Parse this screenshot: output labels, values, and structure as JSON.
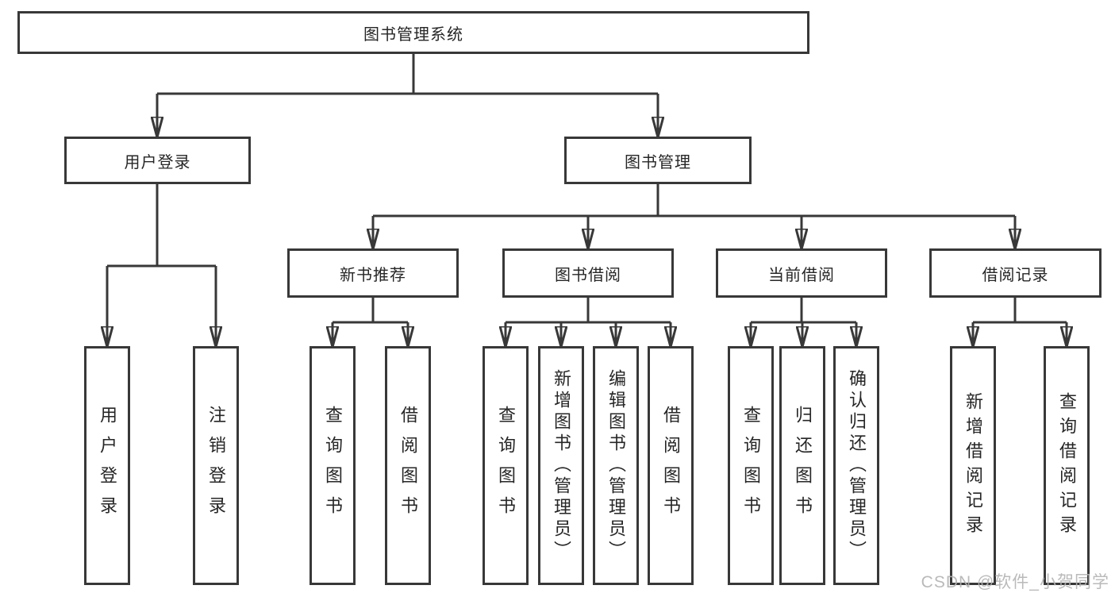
{
  "diagram": {
    "root": {
      "label": "图书管理系统"
    },
    "branches": [
      {
        "label": "用户登录",
        "children": [
          {
            "label": "用户登录"
          },
          {
            "label": "注销登录"
          }
        ]
      },
      {
        "label": "图书管理",
        "children": [
          {
            "label": "新书推荐",
            "children": [
              {
                "label": "查询图书"
              },
              {
                "label": "借阅图书"
              }
            ]
          },
          {
            "label": "图书借阅",
            "children": [
              {
                "label": "查询图书"
              },
              {
                "label": "新增图书（管理员）"
              },
              {
                "label": "编辑图书（管理员）"
              },
              {
                "label": "借阅图书"
              }
            ]
          },
          {
            "label": "当前借阅",
            "children": [
              {
                "label": "查询图书"
              },
              {
                "label": "归还图书"
              },
              {
                "label": "确认归还（管理员）"
              }
            ]
          },
          {
            "label": "借阅记录",
            "children": [
              {
                "label": "新增借阅记录"
              },
              {
                "label": "查询借阅记录"
              }
            ]
          }
        ]
      }
    ]
  },
  "watermark": {
    "text": "CSDN @软件_小贺同学"
  },
  "colors": {
    "line": "#383838",
    "text": "#262626",
    "watermark": "#b2b2b2"
  }
}
